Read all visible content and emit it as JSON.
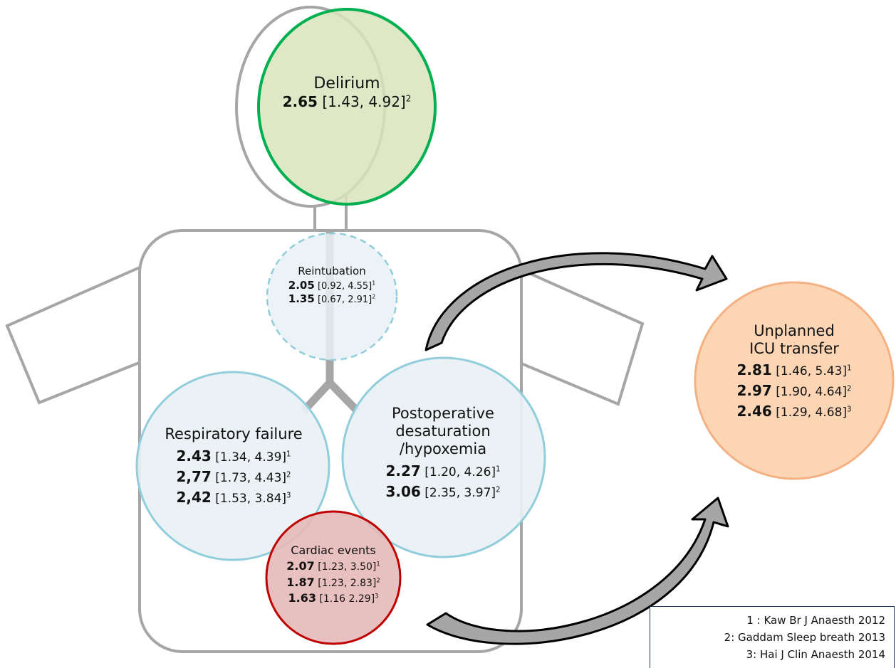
{
  "nodes": {
    "delirium": {
      "title": "Delirium",
      "rows": [
        {
          "value": "2.65",
          "ci": "[1.43, 4.92]",
          "ref": "2"
        }
      ]
    },
    "reintubation": {
      "title": "Reintubation",
      "rows": [
        {
          "value": "2.05",
          "ci": "[0.92, 4.55]",
          "ref": "1"
        },
        {
          "value": "1.35",
          "ci": "[0.67, 2.91]",
          "ref": "2"
        }
      ]
    },
    "respiratory": {
      "title": "Respiratory failure",
      "rows": [
        {
          "value": "2.43",
          "ci": "[1.34, 4.39]",
          "ref": "1"
        },
        {
          "value": "2,77",
          "ci": "[1.73, 4.43]",
          "ref": "2"
        },
        {
          "value": "2,42",
          "ci": "[1.53, 3.84]",
          "ref": "3"
        }
      ]
    },
    "desaturation": {
      "title_lines": [
        "Postoperative",
        "desaturation",
        "/hypoxemia"
      ],
      "rows": [
        {
          "value": "2.27",
          "ci": "[1.20, 4.26]",
          "ref": "1"
        },
        {
          "value": "3.06",
          "ci": "[2.35, 3.97]",
          "ref": "2"
        }
      ]
    },
    "cardiac": {
      "title": "Cardiac events",
      "rows": [
        {
          "value": "2.07",
          "ci": "[1.23, 3.50]",
          "ref": "1"
        },
        {
          "value": "1.87",
          "ci": "[1.23, 2.83]",
          "ref": "2"
        },
        {
          "value": "1.63",
          "ci": "[1.16 2.29]",
          "ref": "3"
        }
      ]
    },
    "icu": {
      "title_lines": [
        "Unplanned",
        "ICU transfer"
      ],
      "rows": [
        {
          "value": "2.81",
          "ci": "[1.46, 5.43]",
          "ref": "1"
        },
        {
          "value": "2.97",
          "ci": "[1.90, 4.64]",
          "ref": "2"
        },
        {
          "value": "2.46",
          "ci": "[1.29, 4.68]",
          "ref": "3"
        }
      ]
    }
  },
  "legend": [
    "1 : Kaw Br J Anaesth 2012",
    "2: Gaddam Sleep breath 2013",
    "3: Hai J Clin Anaesth 2014"
  ],
  "colors": {
    "body_outline": "#a6a6a6",
    "delirium_fill": "#d8e4bc",
    "delirium_stroke": "#00b050",
    "blue_fill": "#e8f1f5",
    "blue_stroke": "#92cddc",
    "cardiac_fill": "#e6b9b8",
    "cardiac_stroke": "#c00000",
    "icu_fill": "#fcd5b5",
    "icu_stroke": "#f4b183",
    "arrow_fill": "#a6a6a6"
  }
}
